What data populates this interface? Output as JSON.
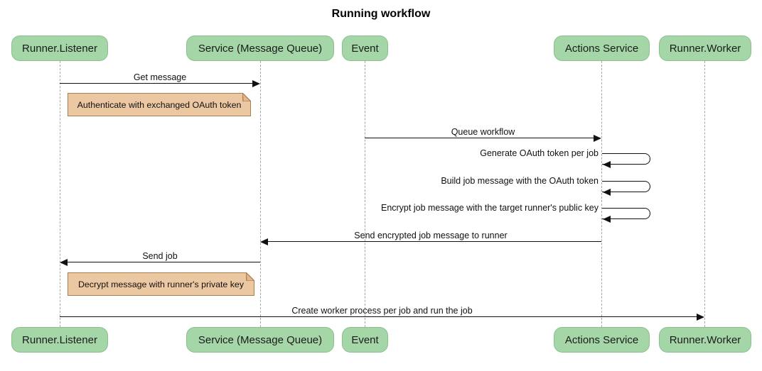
{
  "title": "Running workflow",
  "diagram_type": "sequence-diagram",
  "actors": [
    {
      "id": "runner-listener",
      "label": "Runner.Listener"
    },
    {
      "id": "service-message-queue",
      "label": "Service (Message Queue)"
    },
    {
      "id": "event",
      "label": "Event"
    },
    {
      "id": "actions-service",
      "label": "Actions Service"
    },
    {
      "id": "runner-worker",
      "label": "Runner.Worker"
    }
  ],
  "messages": [
    {
      "label": "Get message",
      "from": "Runner.Listener",
      "to": "Service (Message Queue)",
      "kind": "arrow-right"
    },
    {
      "label": "Queue workflow",
      "from": "Event",
      "to": "Actions Service",
      "kind": "arrow-right"
    },
    {
      "label": "Generate OAuth token per job",
      "from": "Actions Service",
      "to": "Actions Service",
      "kind": "self"
    },
    {
      "label": "Build job message with the OAuth token",
      "from": "Actions Service",
      "to": "Actions Service",
      "kind": "self"
    },
    {
      "label": "Encrypt job message with the target runner's public key",
      "from": "Actions Service",
      "to": "Actions Service",
      "kind": "self"
    },
    {
      "label": "Send encrypted job message to runner",
      "from": "Actions Service",
      "to": "Service (Message Queue)",
      "kind": "arrow-left"
    },
    {
      "label": "Send job",
      "from": "Service (Message Queue)",
      "to": "Runner.Listener",
      "kind": "arrow-left"
    },
    {
      "label": "Create worker process per job and run the job",
      "from": "Runner.Listener",
      "to": "Runner.Worker",
      "kind": "arrow-right"
    }
  ],
  "notes": [
    {
      "label": "Authenticate with exchanged OAuth token",
      "over": "Runner.Listener"
    },
    {
      "label": "Decrypt message with runner's private key",
      "over": "Runner.Listener"
    }
  ],
  "colors": {
    "actor_fill": "#A5D6A7",
    "actor_border": "#8CBF8E",
    "note_fill": "#ECC8A2",
    "note_border": "#AA7D4E",
    "lifeline": "#A6A6A6",
    "arrow": "#111111",
    "background": "#FFFFFF"
  }
}
